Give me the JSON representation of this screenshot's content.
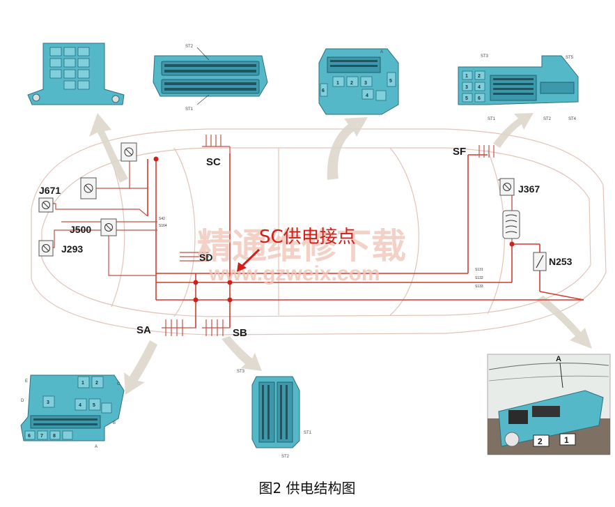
{
  "caption": "图2 供电结构图",
  "annotation": "SC供电接点",
  "watermark": {
    "cn": "精通维修下载",
    "url": "www.gzweix.com"
  },
  "fuse_blocks": {
    "sa": "SA",
    "sb": "SB",
    "sc": "SC",
    "sd": "SD",
    "sf": "SF"
  },
  "components": {
    "j671": "J671",
    "j500": "J500",
    "j293": "J293",
    "j367": "J367",
    "n253": "N253"
  },
  "wire_labels": {
    "s42": "S42",
    "s164": "S164",
    "s131": "S131",
    "s132": "S132",
    "s133": "S133"
  },
  "connector_labels": {
    "sc_st2": "ST2",
    "sc_st1": "ST1",
    "sf_st3": "ST3",
    "sf_st5": "ST5",
    "sf_st1": "ST1",
    "sf_st2": "ST2",
    "sf_st4": "ST4",
    "sb_st3": "ST3",
    "sb_st1": "ST1",
    "sb_st2": "ST2",
    "top3_a": "A",
    "sa_e": "E",
    "sa_d": "D",
    "sa_c": "C",
    "sa_b": "B",
    "sa_a": "A",
    "battery_a": "A"
  },
  "cell_numbers": {
    "n1": "1",
    "n2": "2",
    "n3": "3",
    "n4": "4",
    "n5": "5",
    "n6": "6",
    "n7": "7",
    "n8": "8"
  }
}
